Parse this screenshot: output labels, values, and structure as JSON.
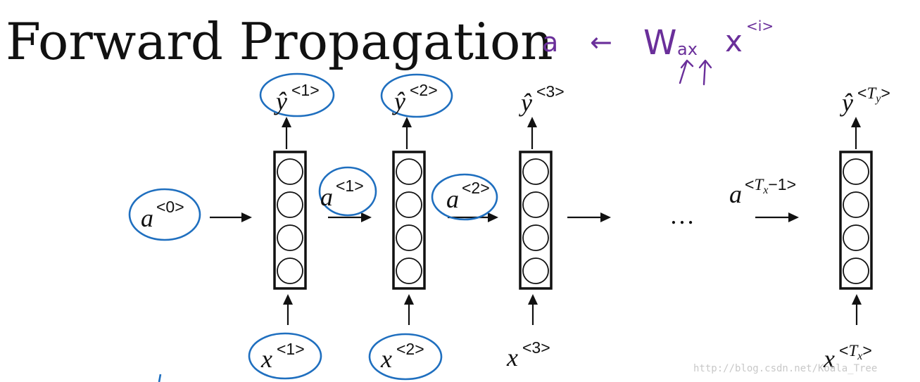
{
  "title": "Forward Propagation",
  "handwriting": {
    "lhs": "a",
    "arrow": "←",
    "weight": "W",
    "weight_sub": "ax",
    "input": "x",
    "input_sup": "<i>"
  },
  "ellipsis": "…",
  "labels": {
    "a0": {
      "base": "a",
      "sup": "<0>"
    },
    "a1": {
      "base": "a",
      "sup": "<1>"
    },
    "a2": {
      "base": "a",
      "sup": "<2>"
    },
    "aTx": {
      "base": "a",
      "sup_pre": "<",
      "sup_var": "T",
      "sup_sub": "x",
      "sup_post": "−1>"
    },
    "y1": {
      "base": "ŷ",
      "sup": "<1>"
    },
    "y2": {
      "base": "ŷ",
      "sup": "<2>"
    },
    "y3": {
      "base": "ŷ",
      "sup": "<3>"
    },
    "yTy": {
      "base": "ŷ",
      "sup_pre": "<",
      "sup_var": "T",
      "sup_sub": "y",
      "sup_post": ">"
    },
    "x1": {
      "base": "x",
      "sup": "<1>"
    },
    "x2": {
      "base": "x",
      "sup": "<2>"
    },
    "x3": {
      "base": "x",
      "sup": "<3>"
    },
    "xTx": {
      "base": "x",
      "sup_pre": "<",
      "sup_var": "T",
      "sup_sub": "x",
      "sup_post": ">"
    }
  },
  "watermark": "http://blog.csdn.net/Koala_Tree",
  "colors": {
    "ink": "#111111",
    "annotation_blue": "#1f6fbf",
    "annotation_purple": "#6a2f9a",
    "watermark": "#c8c8c8"
  }
}
